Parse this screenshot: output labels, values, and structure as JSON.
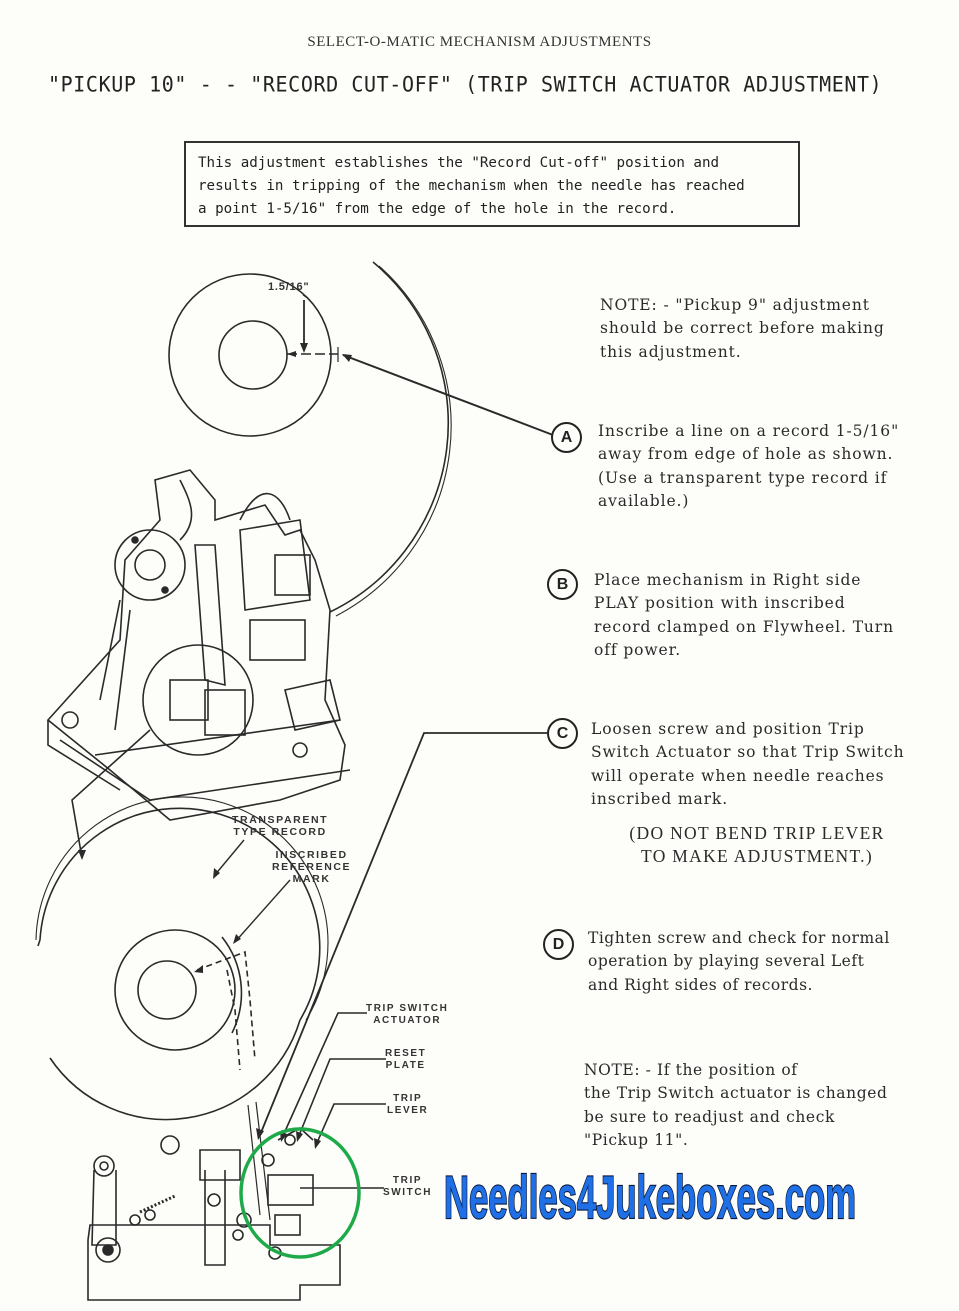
{
  "page": {
    "section_title": "SELECT-O-MATIC MECHANISM ADJUSTMENTS",
    "main_title": "\"PICKUP 10\" - - \"RECORD CUT-OFF\" (TRIP SWITCH ACTUATOR ADJUSTMENT)"
  },
  "intro": {
    "lines": [
      "This adjustment establishes the \"Record Cut-off\" position and",
      "results in tripping of the mechanism when the needle has reached",
      "a point 1-5/16\" from the edge of the hole in the record."
    ]
  },
  "note_top": {
    "lines": [
      "NOTE: - \"Pickup 9\" adjustment",
      "should be correct before making",
      "this adjustment."
    ]
  },
  "steps": [
    {
      "letter": "A",
      "lines": [
        "Inscribe a line on a record 1-5/16\"",
        "away from edge of hole as shown.",
        "(Use a transparent type record if",
        "available.)"
      ]
    },
    {
      "letter": "B",
      "lines": [
        "Place mechanism in Right side",
        "PLAY position with inscribed",
        "record clamped on Flywheel. Turn",
        "off power."
      ]
    },
    {
      "letter": "C",
      "lines": [
        "Loosen screw and position Trip",
        "Switch Actuator so that Trip Switch",
        "will operate when needle reaches",
        "inscribed mark."
      ],
      "warning": [
        "(DO NOT BEND TRIP LEVER",
        "TO  MAKE  ADJUSTMENT.)"
      ]
    },
    {
      "letter": "D",
      "lines": [
        "Tighten screw and check for normal",
        "operation by playing several Left",
        "and Right sides of records."
      ]
    }
  ],
  "note_bottom": {
    "lines": [
      "NOTE:   - If the position of",
      "the Trip Switch actuator is changed",
      "be sure to readjust and check",
      "\"Pickup 11\"."
    ]
  },
  "diagram_labels": {
    "dimension": "1.5/16\"",
    "transparent_record": [
      "TRANSPARENT",
      "TYPE RECORD"
    ],
    "inscribed_mark": [
      "INSCRIBED",
      "REFERENCE",
      "MARK"
    ],
    "trip_switch_actuator": [
      "TRIP SWITCH",
      "ACTUATOR"
    ],
    "reset_plate": [
      "RESET",
      "PLATE"
    ],
    "trip_lever": [
      "TRIP",
      "LEVER"
    ],
    "trip_switch": [
      "TRIP",
      "SWITCH"
    ]
  },
  "watermark": {
    "text": "Needles4Jukeboxes.com",
    "fill_color": "#1f6fe6",
    "outline_color": "#0b1a3a"
  },
  "colors": {
    "highlight_circle": "#1faa4a",
    "ink": "#2a2a2a",
    "paper": "#fdfdfa"
  }
}
